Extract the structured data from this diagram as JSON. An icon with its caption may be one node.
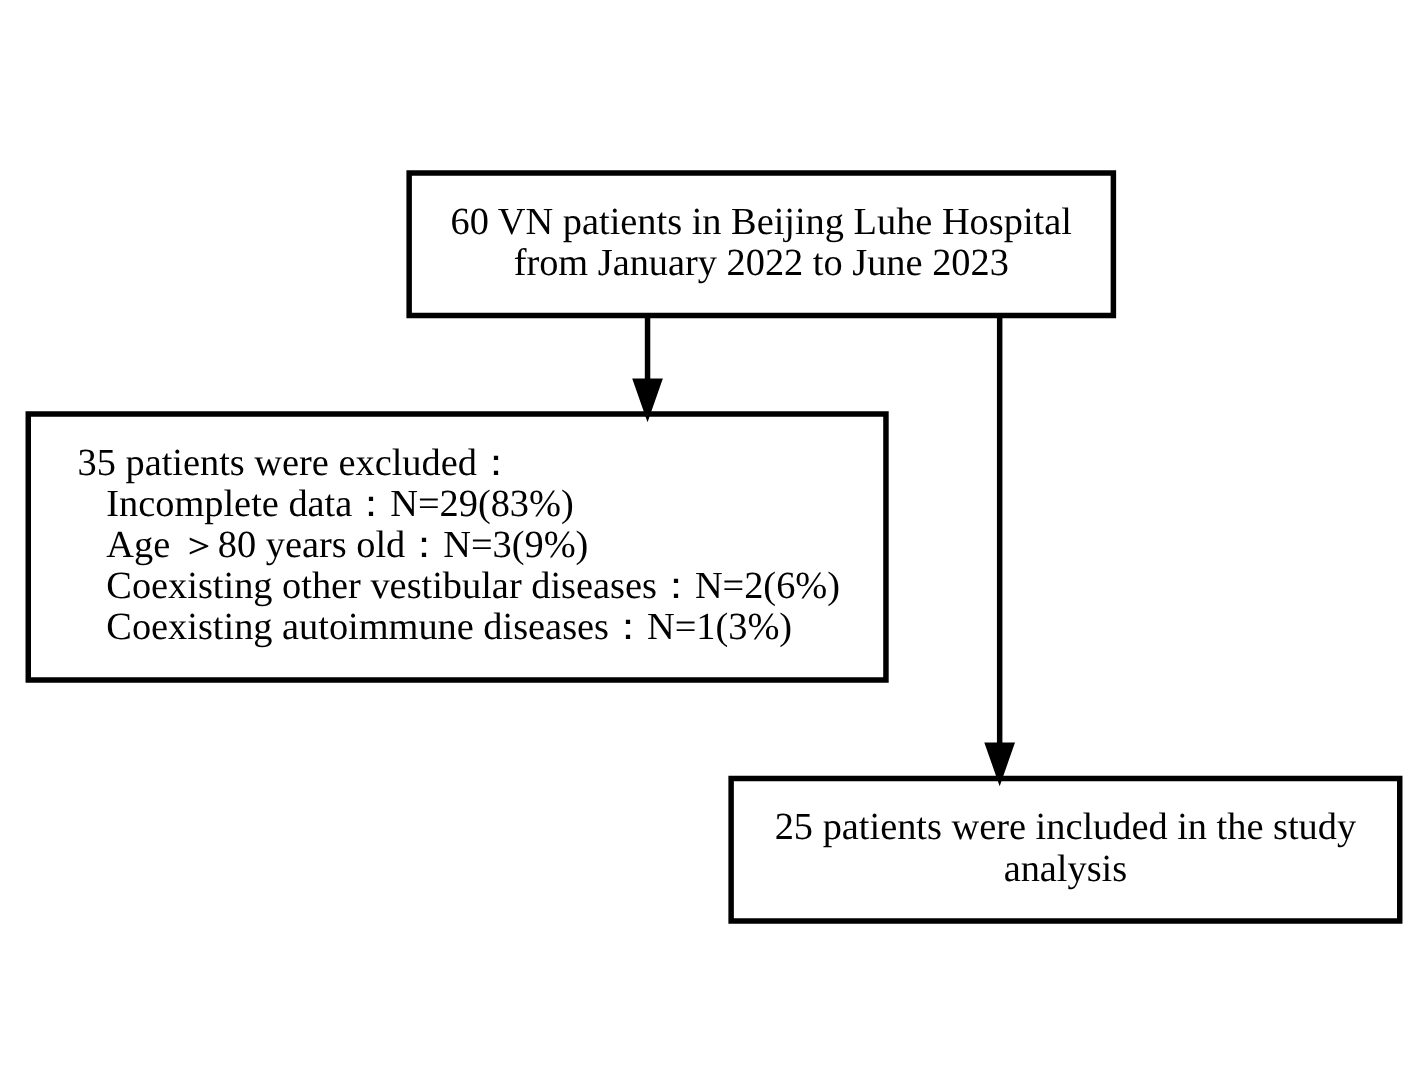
{
  "diagram": {
    "nodes": [
      {
        "text": [
          "60 VN patients in Beijing Luhe Hospital from January 2022 to June 2023"
        ]
      },
      {
        "text": [
          "35 patients were excluded：",
          "Incomplete data：N=29(83%)",
          "Age ＞80 years old：N=3(9%)",
          "Coexisting other vestibular diseases：N=2(6%)",
          "Coexisting autoimmune diseases：N=1(3%)"
        ]
      },
      {
        "text": [
          "25 patients were included in the study analysis"
        ]
      }
    ],
    "edges": [
      {
        "from": 0,
        "to": 1,
        "arrow": "to"
      },
      {
        "from": 0,
        "to": 2,
        "arrow": "to"
      }
    ]
  }
}
